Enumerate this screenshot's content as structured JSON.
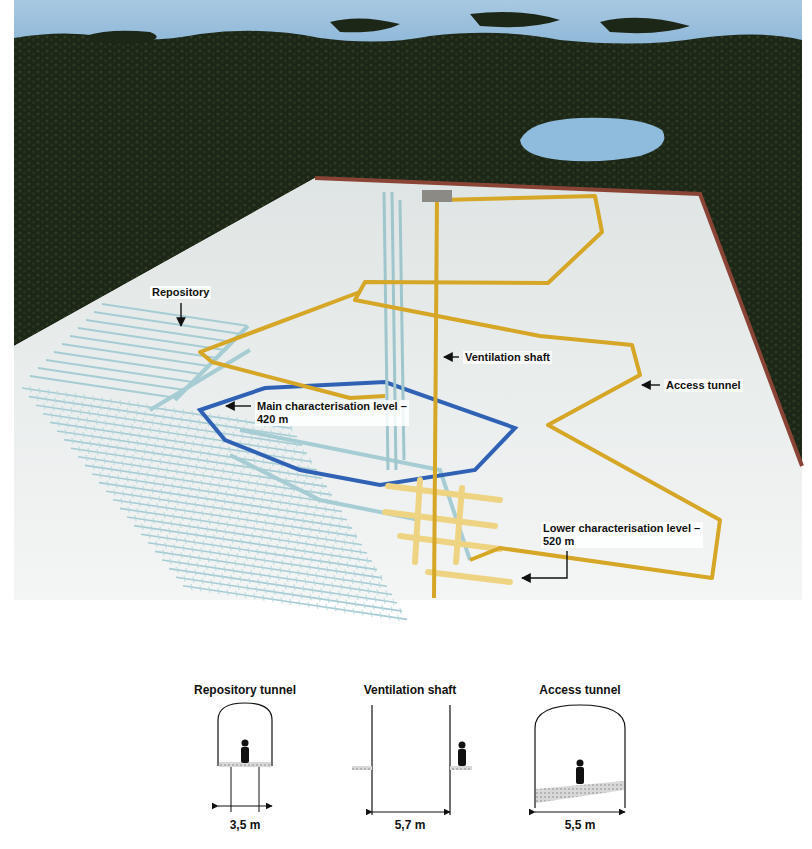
{
  "diagram": {
    "labels": [
      "Repository",
      "Main characterisation level –420 m",
      "Ventilation shaft",
      "Access tunnel",
      "Lower characterisation level –520 m",
      "Repository tunnel",
      "Ventilation shaft",
      "Access tunnel",
      "3,5 m",
      "5,7 m",
      "5,5 m"
    ]
  }
}
